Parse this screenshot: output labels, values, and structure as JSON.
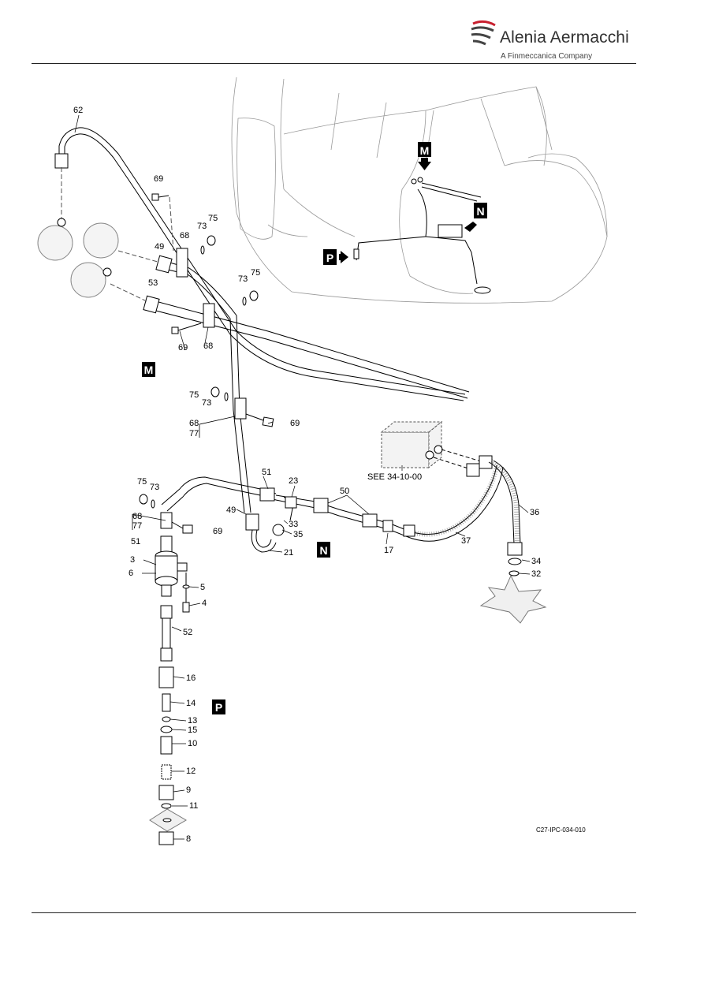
{
  "header": {
    "brand_name": "Alenia Aermacchi",
    "brand_tagline": "A Finmeccanica Company",
    "logo_colors": {
      "mark": "#c8202f",
      "text": "#2f2f2f"
    }
  },
  "figure": {
    "reference_code": "C27-IPC-034-010",
    "see_reference": "SEE 34-10-00",
    "view_labels": {
      "m": "M",
      "n": "N",
      "p": "P"
    },
    "callouts": {
      "c62": "62",
      "c69a": "69",
      "c73a": "73",
      "c75a": "75",
      "c68a": "68",
      "c49a": "49",
      "c53": "53",
      "c73b": "73",
      "c75b": "75",
      "c69b": "69",
      "c68b": "68",
      "c75c": "75",
      "c73c": "73",
      "c68c": "68",
      "c77a": "77",
      "c69c": "69",
      "c51a": "51",
      "c23": "23",
      "c50": "50",
      "c49b": "49",
      "c33": "33",
      "c35": "35",
      "c21": "21",
      "c17": "17",
      "c37": "37",
      "c36": "36",
      "c34": "34",
      "c32": "32",
      "c75d": "75",
      "c73d": "73",
      "c68d": "68",
      "c77b": "77",
      "c69d": "69",
      "c51b": "51",
      "c3": "3",
      "c6": "6",
      "c5": "5",
      "c4": "4",
      "c52": "52",
      "c16": "16",
      "c14": "14",
      "c13": "13",
      "c15": "15",
      "c10": "10",
      "c12": "12",
      "c9": "9",
      "c11": "11",
      "c8": "8"
    }
  }
}
